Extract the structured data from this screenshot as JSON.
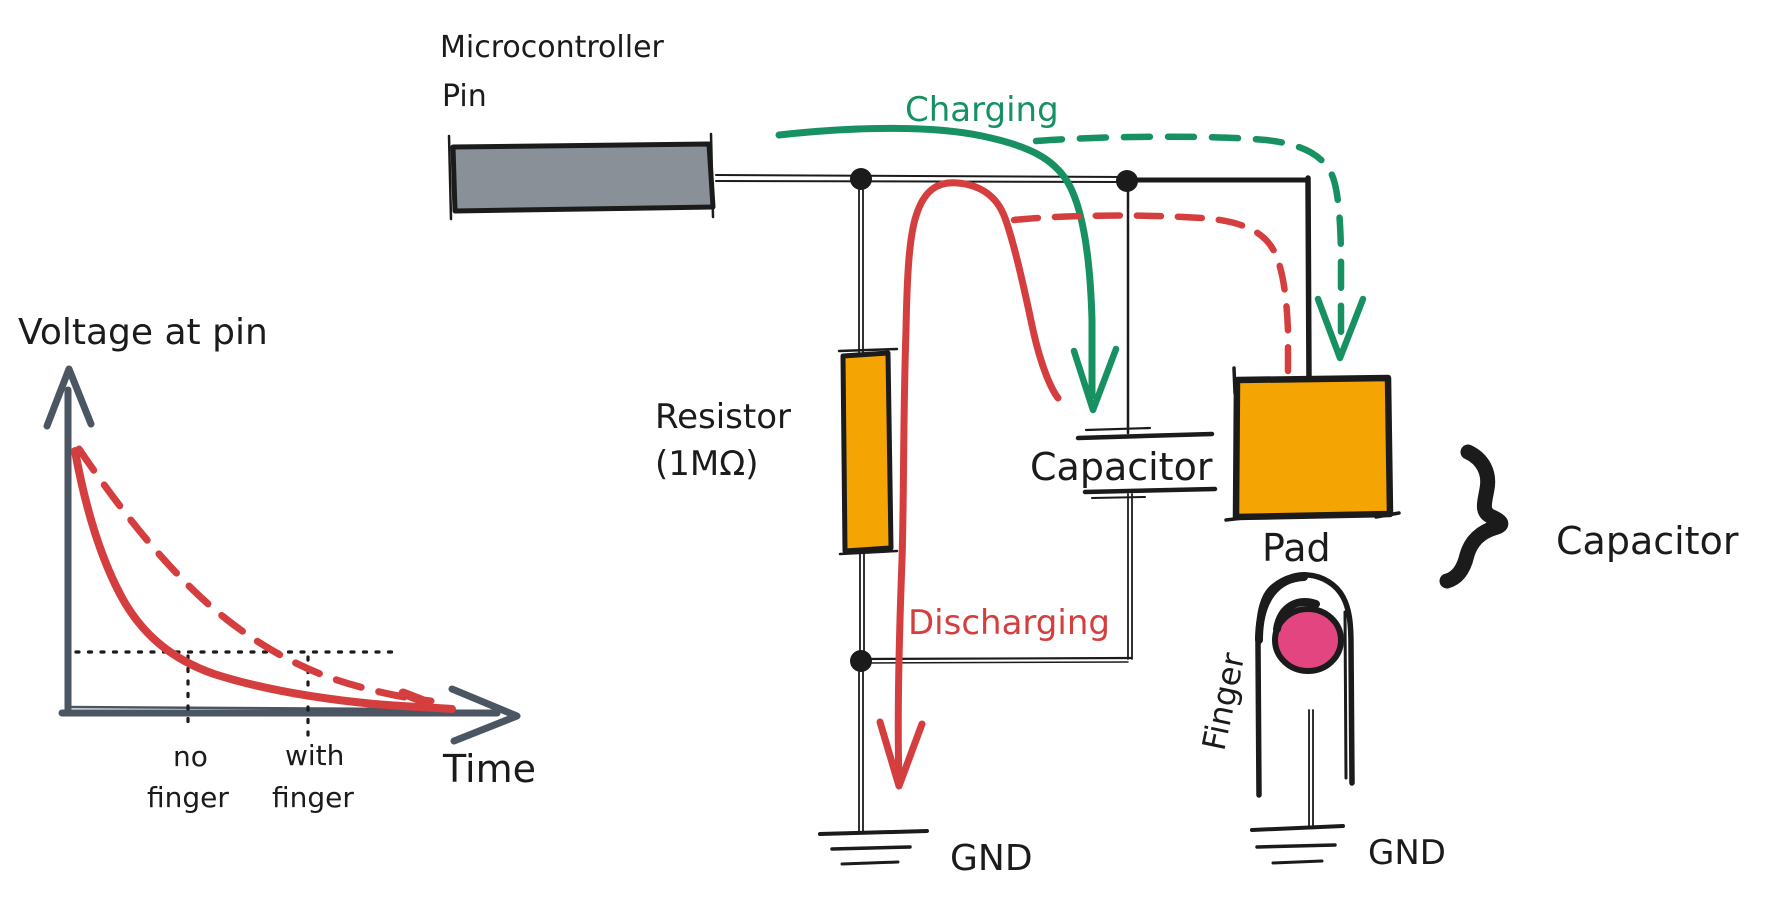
{
  "diagram": {
    "mcu": {
      "label_line1": "Microcontroller",
      "label_line2": "Pin"
    },
    "flows": {
      "charging": "Charging",
      "discharging": "Discharging"
    },
    "resistor": {
      "label_line1": "Resistor",
      "label_line2": "(1MΩ)"
    },
    "capacitor_internal": {
      "label": "Capacitor"
    },
    "pad": {
      "label": "Pad"
    },
    "finger": {
      "label": "Finger"
    },
    "finger_capacitor": {
      "label": "Capacitor"
    },
    "gnd_left": {
      "label": "GND"
    },
    "gnd_right": {
      "label": "GND"
    }
  },
  "graph": {
    "title": "Voltage at pin",
    "x_axis_label": "Time",
    "tick_no_finger_line1": "no",
    "tick_no_finger_line2": "finger",
    "tick_with_finger_line1": "with",
    "tick_with_finger_line2": "finger"
  },
  "colors": {
    "ink_black": "#1b1b1b",
    "charging_green": "#179162",
    "discharging_red": "#d53e3e",
    "component_orange": "#f5a503",
    "pin_gray": "#8a9097",
    "axis_gray": "#4c5662",
    "fingertip_pink": "#e2457f",
    "white": "#ffffff"
  },
  "chart_data": {
    "type": "line",
    "title": "Voltage at pin",
    "xlabel": "Time",
    "ylabel": "Voltage at pin",
    "x_unit": "time (arbitrary units)",
    "y_unit": "fraction of initial voltage",
    "grid": false,
    "legend_position": "none",
    "series": [
      {
        "name": "no finger",
        "line_style": "solid",
        "color": "#d53e3e",
        "x": [
          0,
          0.5,
          1,
          1.5,
          2,
          2.5,
          3,
          4,
          5,
          6,
          7,
          8
        ],
        "y": [
          1.0,
          0.61,
          0.37,
          0.22,
          0.14,
          0.08,
          0.05,
          0.02,
          0.012,
          0.008,
          0.005,
          0.003
        ]
      },
      {
        "name": "with finger",
        "line_style": "dashed",
        "color": "#d53e3e",
        "x": [
          0,
          0.5,
          1,
          1.5,
          2,
          2.5,
          3,
          4,
          5,
          6,
          7,
          8
        ],
        "y": [
          1.0,
          0.78,
          0.61,
          0.47,
          0.37,
          0.29,
          0.22,
          0.14,
          0.08,
          0.05,
          0.03,
          0.02
        ]
      }
    ],
    "annotations": [
      {
        "type": "threshold_line",
        "orientation": "horizontal",
        "y": 0.22,
        "style": "dotted"
      },
      {
        "type": "crossing_marker",
        "label": "no finger",
        "x": 1.5,
        "style": "dotted-vertical"
      },
      {
        "type": "crossing_marker",
        "label": "with finger",
        "x": 3,
        "style": "dotted-vertical"
      }
    ]
  }
}
